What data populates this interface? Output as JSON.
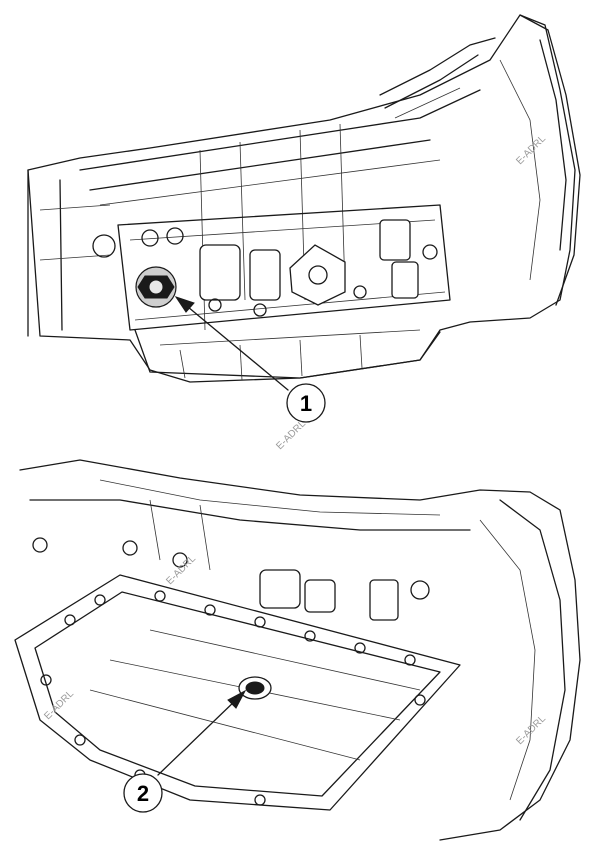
{
  "callouts": [
    {
      "label": "1"
    },
    {
      "label": "2"
    }
  ],
  "watermark": "E-ADRL"
}
